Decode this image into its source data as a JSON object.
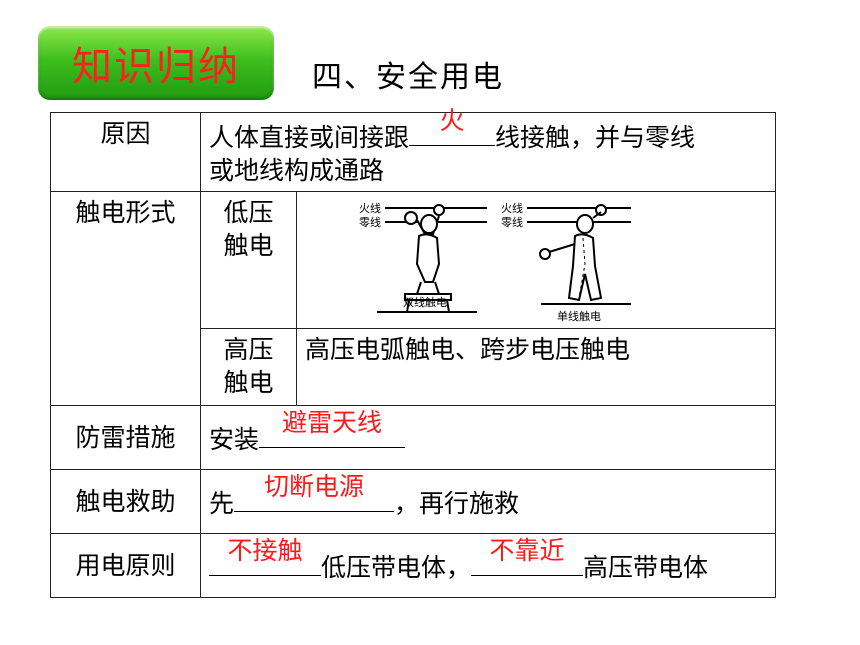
{
  "badge": {
    "label": "知识归纳"
  },
  "section_title": "四、安全用电",
  "table": {
    "cause": {
      "head": "原因",
      "text_a": "人体直接或间接跟",
      "answer": "火",
      "text_b": "线接触，并与零线",
      "text_c": "或地线构成通路"
    },
    "forms": {
      "head": "触电形式",
      "low": {
        "label": "低压触电",
        "fig": {
          "hot_wire": "火线",
          "neutral_wire": "零线",
          "left_caption": "双线触电",
          "right_caption": "单线触电"
        }
      },
      "high": {
        "label": "高压触电",
        "text": "高压电弧触电、跨步电压触电"
      }
    },
    "lightning": {
      "head": "防雷措施",
      "text_a": "安装",
      "answer": "避雷天线"
    },
    "rescue": {
      "head": "触电救助",
      "text_a": "先",
      "answer": "切断电源",
      "text_b": "，再行施救"
    },
    "principle": {
      "head": "用电原则",
      "answer_1": "不接触",
      "text_a": "低压带电体，",
      "answer_2": "不靠近",
      "text_b": "高压带电体"
    }
  },
  "colors": {
    "answer": "#ff1a1a",
    "badge_green": "#3fbf1e",
    "badge_text": "#ff1f1f"
  }
}
